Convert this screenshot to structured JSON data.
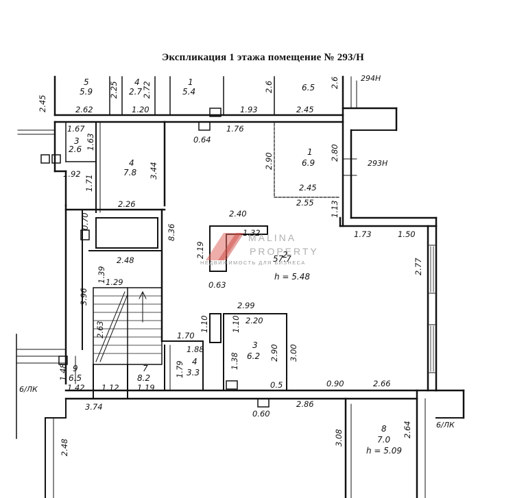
{
  "title": "Экспликация 1 этажа помещение № 293/Н",
  "watermark": {
    "brand_1": "MALINA",
    "brand_2": "PROPERTY",
    "sub": "НЕДВИЖИМОСТЬ ДЛЯ БИЗНЕСА",
    "accent_color": "#d9534f"
  },
  "unit_labels": {
    "main": "293Н",
    "neighbor": "294Н",
    "lk_left": "6/ЛК",
    "lk_right": "6/ЛК"
  },
  "rooms": {
    "r1": {
      "num": "1",
      "area": "6.9"
    },
    "r2": {
      "num": "2",
      "area": "57.7",
      "height": "h = 5.48"
    },
    "r3": {
      "num": "3",
      "area": "6.2"
    },
    "r4": {
      "num": "4",
      "area": "3.3"
    },
    "r7": {
      "num": "7",
      "area": "8.2"
    },
    "r8": {
      "num": "8",
      "area": "7.0",
      "height": "h = 5.09"
    },
    "r9": {
      "num": "9",
      "area": "6.5"
    },
    "l3": {
      "num": "3",
      "area": "2.6"
    },
    "l4": {
      "num": "4",
      "area": "7.8"
    },
    "top1": {
      "num": "5",
      "area": "5.9"
    },
    "top2": {
      "num": "4",
      "area": "2.7"
    },
    "top3": {
      "num": "1",
      "area": "5.4"
    },
    "top4": {
      "num": "",
      "area": "6.5"
    }
  },
  "dimensions": {
    "d245a": "2.45",
    "d262": "2.62",
    "d120": "1.20",
    "d193": "1.93",
    "d245b": "2.45",
    "d167": "1.67",
    "d163": "1.63",
    "d192": "1.92",
    "d171": "1.71",
    "d344": "3.44",
    "d226": "2.26",
    "d064": "0.64",
    "d176": "1.76",
    "d290a": "2.90",
    "d280": "2.80",
    "d245c": "2.45",
    "d255": "2.55",
    "d113": "1.13",
    "d070": "0.70",
    "d836": "8.36",
    "d240": "2.40",
    "d132": "1.32",
    "d219": "2.19",
    "d063": "0.63",
    "d173": "1.73",
    "d150": "1.50",
    "d277": "2.77",
    "d248": "2.48",
    "d139": "1.39",
    "d129": "1.29",
    "d396": "3.96",
    "d263": "2.63",
    "d299": "2.99",
    "d220": "2.20",
    "d110a": "1.10",
    "d110b": "1.10",
    "d170": "1.70",
    "d188": "1.88",
    "d179": "1.79",
    "d138": "1.38",
    "d290b": "2.90",
    "d300": "3.00",
    "d148": "1.48",
    "d142": "1.42",
    "d112": "1.12",
    "d119": "1.19",
    "d05": "0.5",
    "d090": "0.90",
    "d266": "2.66",
    "d374": "3.74",
    "d060": "0.60",
    "d286": "2.86",
    "d308": "3.08",
    "d264": "2.64",
    "d248b": "2.48",
    "d225": "2.25",
    "d272": "2.72",
    "d26a": "2.6",
    "d26b": "2.6"
  }
}
